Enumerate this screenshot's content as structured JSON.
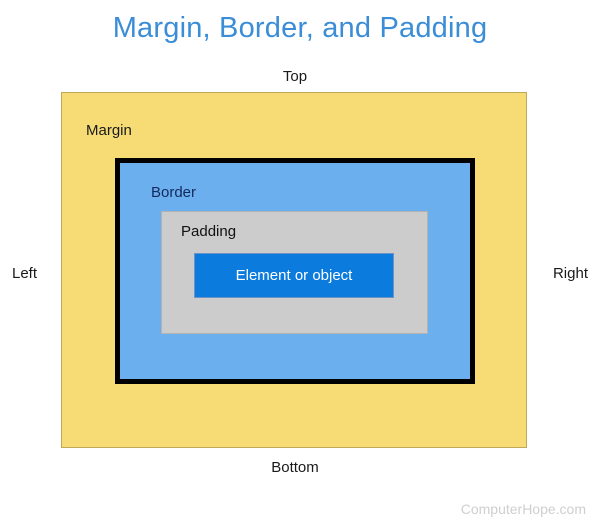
{
  "title": "Margin, Border, and Padding",
  "edge_labels": {
    "top": "Top",
    "bottom": "Bottom",
    "left": "Left",
    "right": "Right"
  },
  "boxes": {
    "margin": {
      "label": "Margin",
      "fill": "#F7DC76",
      "border": "#BFA75C"
    },
    "border": {
      "label": "Border",
      "fill": "#6CAFEE",
      "border": "#000000"
    },
    "padding": {
      "label": "Padding",
      "fill": "#CCCCCC",
      "border": "#B2B2B2"
    },
    "element": {
      "label": "Element or object",
      "fill": "#0B7BDE",
      "text_color": "#FFFFFF"
    }
  },
  "watermark": "ComputerHope.com",
  "colors": {
    "title": "#3A8DD6",
    "label_text": "#1A1A1A",
    "border_label_text": "#14295E",
    "watermark": "#CFCFCF",
    "background": "#FFFFFF"
  }
}
